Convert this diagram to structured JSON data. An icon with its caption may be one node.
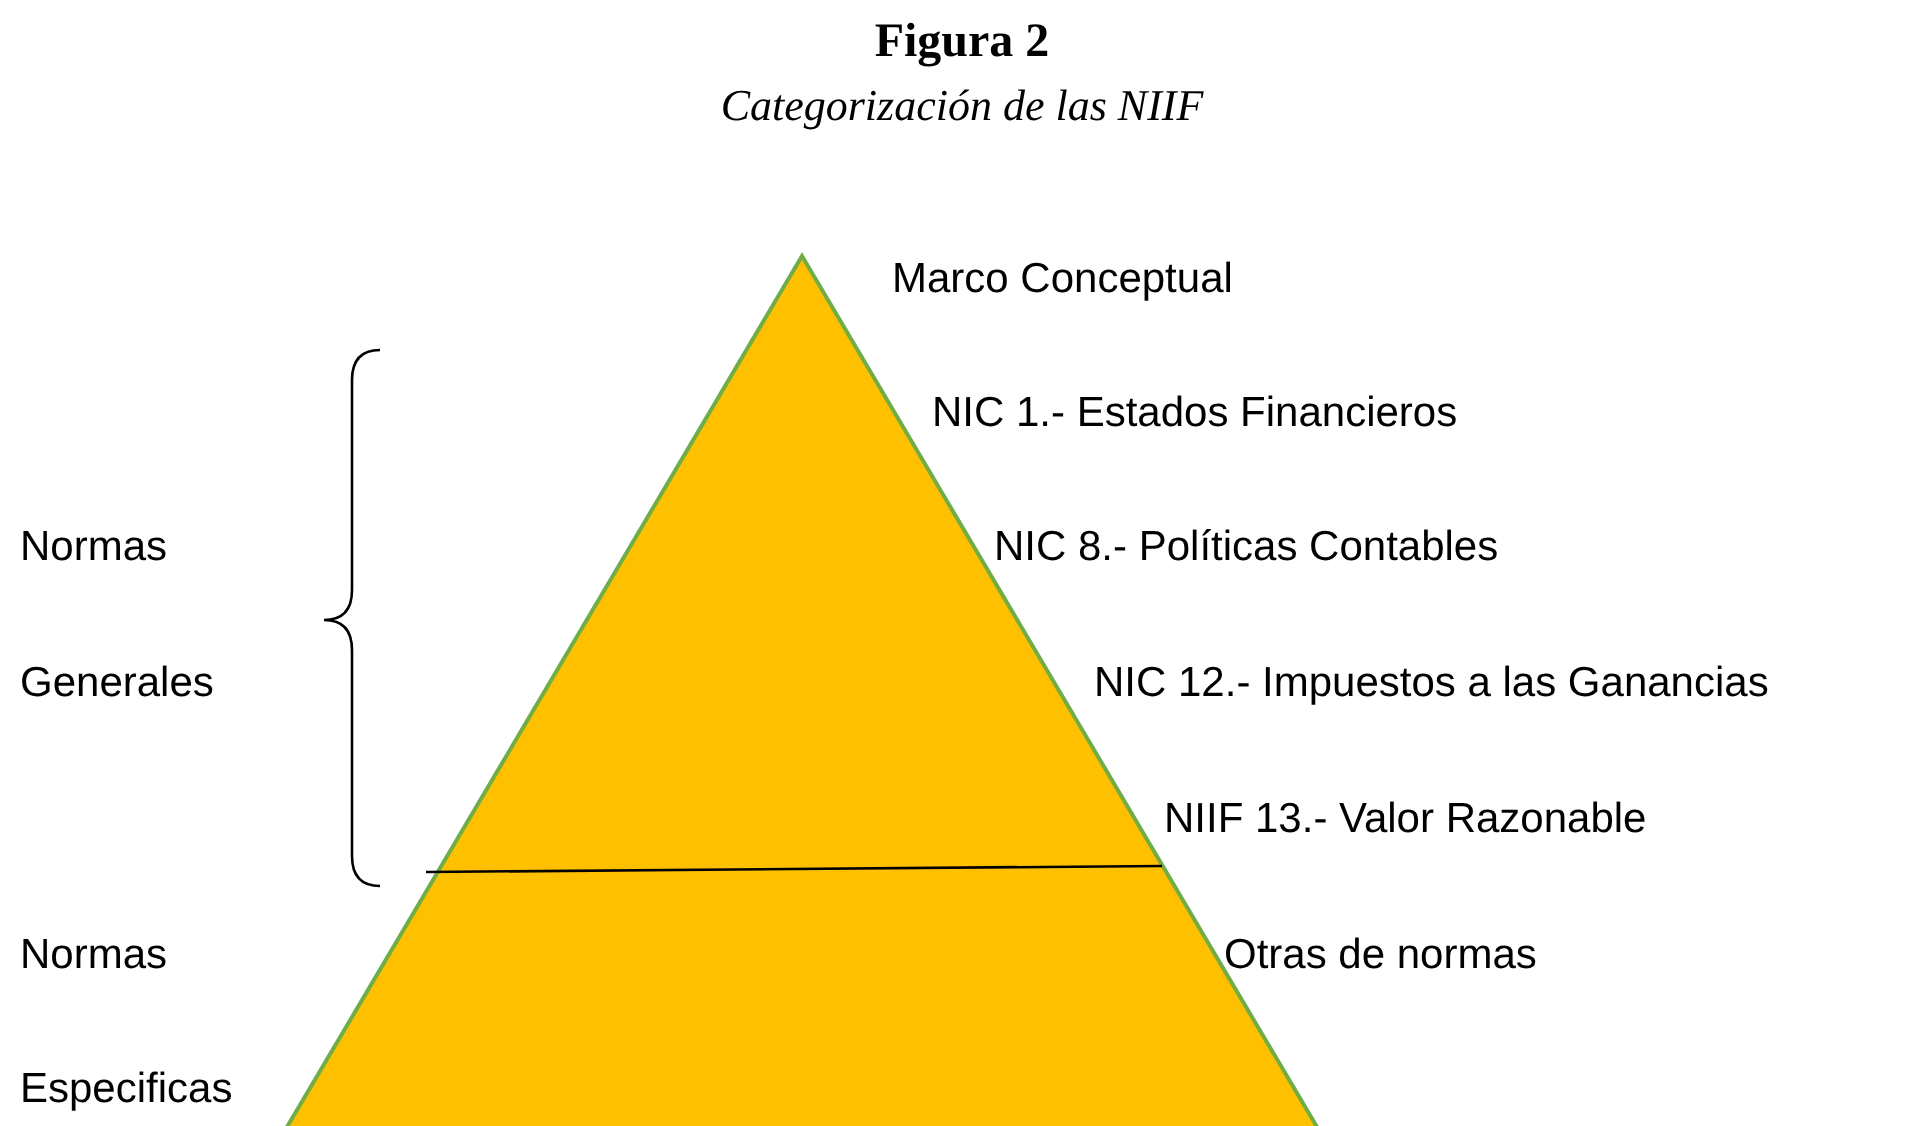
{
  "diagram": {
    "title": "Figura 2",
    "caption": "Categorización de las NIIF",
    "labels": [
      "Marco Conceptual",
      "NIC 1.- Estados Financieros",
      "Normas",
      "NIC 8.- Políticas Contables",
      "Generales",
      "NIC 12.- Impuestos a las Ganancias",
      "NIIF 13.- Valor Razonable",
      "Normas",
      "Otras de normas",
      "Especificas"
    ]
  }
}
